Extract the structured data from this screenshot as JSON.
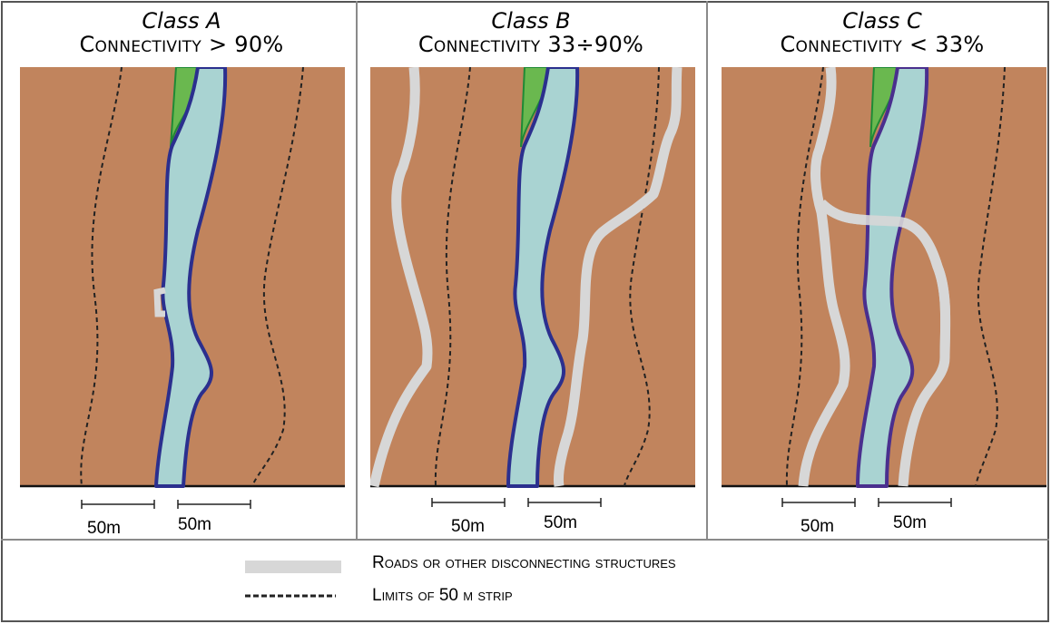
{
  "classes": [
    {
      "title": "Class A",
      "connectivity": "Connectivity > 90%",
      "scale_left": "50m",
      "scale_right": "50m"
    },
    {
      "title": "Class B",
      "connectivity": "Connectivity 33÷90%",
      "scale_left": "50m",
      "scale_right": "50m"
    },
    {
      "title": "Class C",
      "connectivity": "Connectivity < 33%",
      "scale_left": "50m",
      "scale_right": "50m"
    }
  ],
  "legend": {
    "roads": "Roads or other disconnecting structures",
    "limits": "Limits of 50 m strip"
  },
  "colors": {
    "land": "#c1845d",
    "river": "#a9d3d2",
    "riverbank": "#2b2f8e",
    "vegetation": "#6ab84f",
    "road": "#d7d7d7",
    "frame": "#8a8a8a"
  }
}
